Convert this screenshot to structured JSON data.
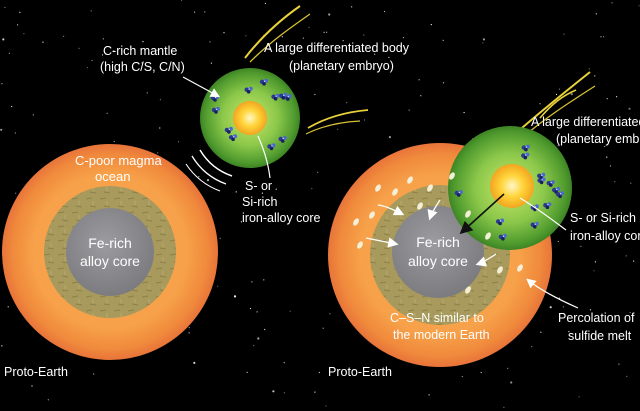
{
  "left_panel": {
    "mantle_label_1": "C-rich mantle",
    "mantle_label_2": "(high C/S, C/N)",
    "body_label_1": "A large differentiated body",
    "body_label_2": "(planetary embryo)",
    "core_label_1": "S- or",
    "core_label_2": "Si-rich",
    "core_label_3": "iron-alloy core",
    "magma_label_1": "C-poor magma",
    "magma_label_2": "ocean",
    "earth_core_1": "Fe-rich",
    "earth_core_2": "alloy core",
    "planet_label": "Proto-Earth"
  },
  "right_panel": {
    "body_label_1": "A large differentiated body",
    "body_label_2": "(planetary embryo)",
    "core_label_1": "S- or Si-rich",
    "core_label_2": "iron-alloy core",
    "earth_core_1": "Fe-rich",
    "earth_core_2": "alloy core",
    "modern_label_1": "C–S–N similar to",
    "modern_label_2": "the modern Earth",
    "percolation_label_1": "Percolation of",
    "percolation_label_2": "sulfide melt",
    "planet_label": "Proto-Earth"
  },
  "colors": {
    "background": "#000000",
    "magma_ocean": "#f08a3c",
    "mantle_olive": "#a89a5c",
    "core_gray": "#8a8a8e",
    "embryo_green": "#5fae3a",
    "embryo_core": "#ffd43a",
    "trail_yellow": "#e8d23a"
  }
}
